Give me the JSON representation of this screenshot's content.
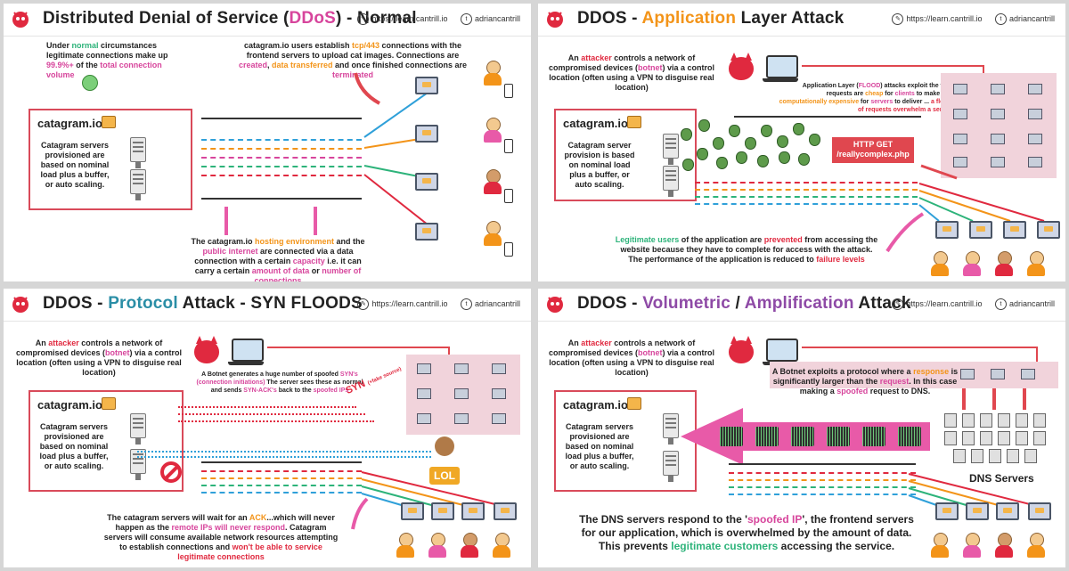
{
  "header_links": {
    "site": "https://learn.cantrill.io",
    "twitter": "adriancantrill"
  },
  "panel1": {
    "title_pre": "Distributed Denial of Service (",
    "title_acc": "DDoS",
    "title_post": ") - Normal",
    "normal_note": {
      "a": "Under ",
      "b": "normal",
      "c": " circumstances legitimate connections make up ",
      "d": "99.9%+",
      "e": " of the ",
      "f": "total connection volume"
    },
    "users_note": {
      "a": "catagram.io users establish ",
      "b": "tcp/443",
      "c": " connections with the frontend servers to upload cat images. Connections are ",
      "d": "created",
      "e": ", ",
      "f": "data transferred",
      "g": " and once finished connections are ",
      "h": "terminated"
    },
    "site_name": "catagram.io",
    "servers_note": {
      "a": "Catagram servers provisioned are based on ",
      "b": "nominal load",
      "c": " plus a ",
      "d": "buffer",
      "e": ", or ",
      "f": "auto scaling",
      "g": "."
    },
    "env_note": {
      "a": "The catagram.io ",
      "b": "hosting environment",
      "c": " and the ",
      "d": "public internet",
      "e": " are connected via a data connection with a certain ",
      "f": "capacity",
      "g": " i.e. it can carry a certain ",
      "h": "amount of data",
      "i": " or ",
      "j": "number of connections"
    }
  },
  "panel2": {
    "title_pre": "DDOS - ",
    "title_acc": "Application",
    "title_post": " Layer Attack",
    "attacker_note": {
      "a": "An ",
      "b": "attacker",
      "c": " controls a network of compromised devices (",
      "d": "botnet",
      "e": ") via a control location (often using a VPN to disguise real location)"
    },
    "flood_note": {
      "a": "Application Layer (",
      "b": "FLOOD",
      "c": ") attacks exploit the fact requests are ",
      "d": "cheap",
      "e": " for ",
      "f": "clients",
      "g": " to make but ",
      "h": "computationally expensive",
      "i": " for ",
      "j": "servers",
      "k": " to deliver ... ",
      "l": "a flood of requests overwhelm a server"
    },
    "site_name": "catagram.io",
    "servers_note": {
      "a": "Catagram server provision is based on ",
      "b": "nominal load",
      "c": " plus a ",
      "d": "buffer",
      "e": ", or ",
      "f": "auto scaling",
      "g": "."
    },
    "request_line1": "HTTP GET",
    "request_line2": "/reallycomplex.php",
    "legit_note": {
      "a": "Legitimate users",
      "b": " of the application are ",
      "c": "prevented",
      "d": " from accessing the website because they have to complete for access with the attack. The performance of the application is reduced to ",
      "e": "failure levels"
    }
  },
  "panel3": {
    "title_pre": "DDOS - ",
    "title_acc": "Protocol",
    "title_post": " Attack - SYN FLOODS",
    "attacker_note": {
      "a": "An ",
      "b": "attacker",
      "c": " controls a network of compromised devices (",
      "d": "botnet",
      "e": ") via a control location (often using a VPN to disguise real location)"
    },
    "botnet_note": {
      "a": "A Botnet generates a huge number of spoofed ",
      "b": "SYN's (connection initiations)",
      "c": " The server sees these as normal and sends ",
      "d": "SYN-ACK's",
      "e": " back to the ",
      "f": "spoofed IPs"
    },
    "syn_label": "SYN",
    "fake_source": "(+fake source)",
    "site_name": "catagram.io",
    "servers_note": {
      "a": "Catagram servers provisioned are based on ",
      "b": "nominal load",
      "c": " plus a ",
      "d": "buffer",
      "e": ", or ",
      "f": "auto scaling",
      "g": "."
    },
    "lol": "LOL",
    "wait_note": {
      "a": "The catagram servers will wait for an ",
      "b": "ACK",
      "c": "...which will never happen as the ",
      "d": "remote IPs will never respond",
      "e": ". Catagram servers will consume available network resources attempting to establish connections and ",
      "f": "won't be able to service legitimate connections"
    }
  },
  "panel4": {
    "title_pre": "DDOS - ",
    "title_acc1": "Volumetric",
    "title_mid": " / ",
    "title_acc2": "Amplification",
    "title_post": " Attack",
    "attacker_note": {
      "a": "An ",
      "b": "attacker",
      "c": " controls a network of compromised devices (",
      "d": "botnet",
      "e": ") via a control location (often using a VPN to disguise real location)"
    },
    "botnet_note": {
      "a": "A Botnet exploits a protocol where a ",
      "b": "response",
      "c": " is significantly larger than the ",
      "d": "request",
      "e": ". In this case making a ",
      "f": "spoofed",
      "g": " request to DNS."
    },
    "site_name": "catagram.io",
    "servers_note": {
      "a": "Catagram servers provisioned are based on ",
      "b": "nominal load",
      "c": " plus a ",
      "d": "buffer",
      "e": ", or ",
      "f": "auto scaling",
      "g": "."
    },
    "dns_label": "DNS Servers",
    "bottom_note": {
      "a": "The DNS servers respond to the '",
      "b": "spoofed IP",
      "c": "', the frontend servers for our application, which is overwhelmed by the amount of data. This prevents ",
      "d": "legitimate customers",
      "e": " accessing the service."
    }
  },
  "colors": {
    "pink": "#d7459c",
    "orange": "#f39419",
    "teal": "#2a8ea6",
    "purple": "#8e4aa6",
    "red": "#e0293f",
    "green": "#2db37a"
  }
}
